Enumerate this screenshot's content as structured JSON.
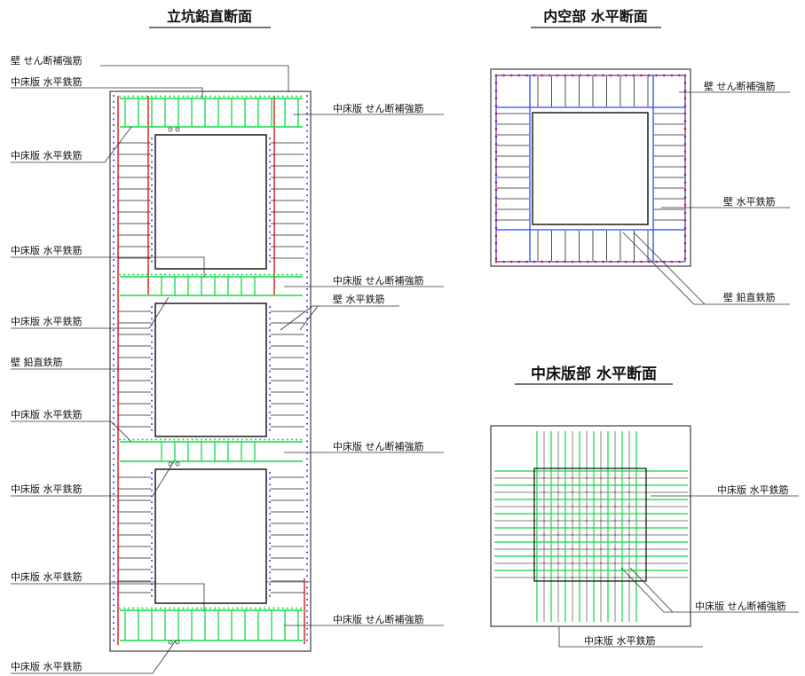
{
  "titles": {
    "vertical_section": "立坑鉛直断面",
    "hollow_section": "内空部 水平断面",
    "slab_section": "中床版部 水平断面"
  },
  "vertical_section": {
    "left_labels": [
      "壁 せん断補強筋",
      "中床版 水平鉄筋",
      "中床版 水平鉄筋",
      "中床版 水平鉄筋",
      "中床版 水平鉄筋",
      "壁 鉛直鉄筋",
      "中床版 水平鉄筋",
      "中床版 水平鉄筋",
      "中床版 水平鉄筋",
      "中床版 水平鉄筋"
    ],
    "right_labels": [
      "中床版 せん断補強筋",
      "中床版 せん断補強筋",
      "壁 水平鉄筋",
      "中床版 せん断補強筋",
      "中床版 せん断補強筋"
    ]
  },
  "hollow_section": {
    "labels": [
      "壁 せん断補強筋",
      "壁 水平鉄筋",
      "壁 鉛直鉄筋"
    ]
  },
  "slab_section": {
    "labels": [
      "中床版 水平鉄筋",
      "中床版 せん断補強筋",
      "中床版 水平鉄筋"
    ]
  },
  "colors": {
    "red": "#e31414",
    "blue": "#2b45ff",
    "green": "#12d848",
    "gray": "#9a9a9a"
  }
}
